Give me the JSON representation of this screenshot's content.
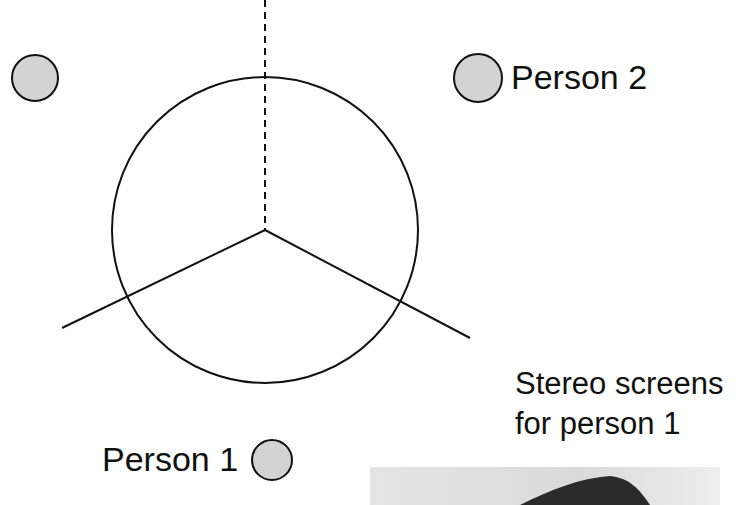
{
  "diagram": {
    "nodes": [
      {
        "text": [
          "Person 2"
        ]
      },
      {
        "text": [
          "Person 1"
        ]
      }
    ],
    "labels": [
      "Stereo screens for person 1"
    ]
  }
}
